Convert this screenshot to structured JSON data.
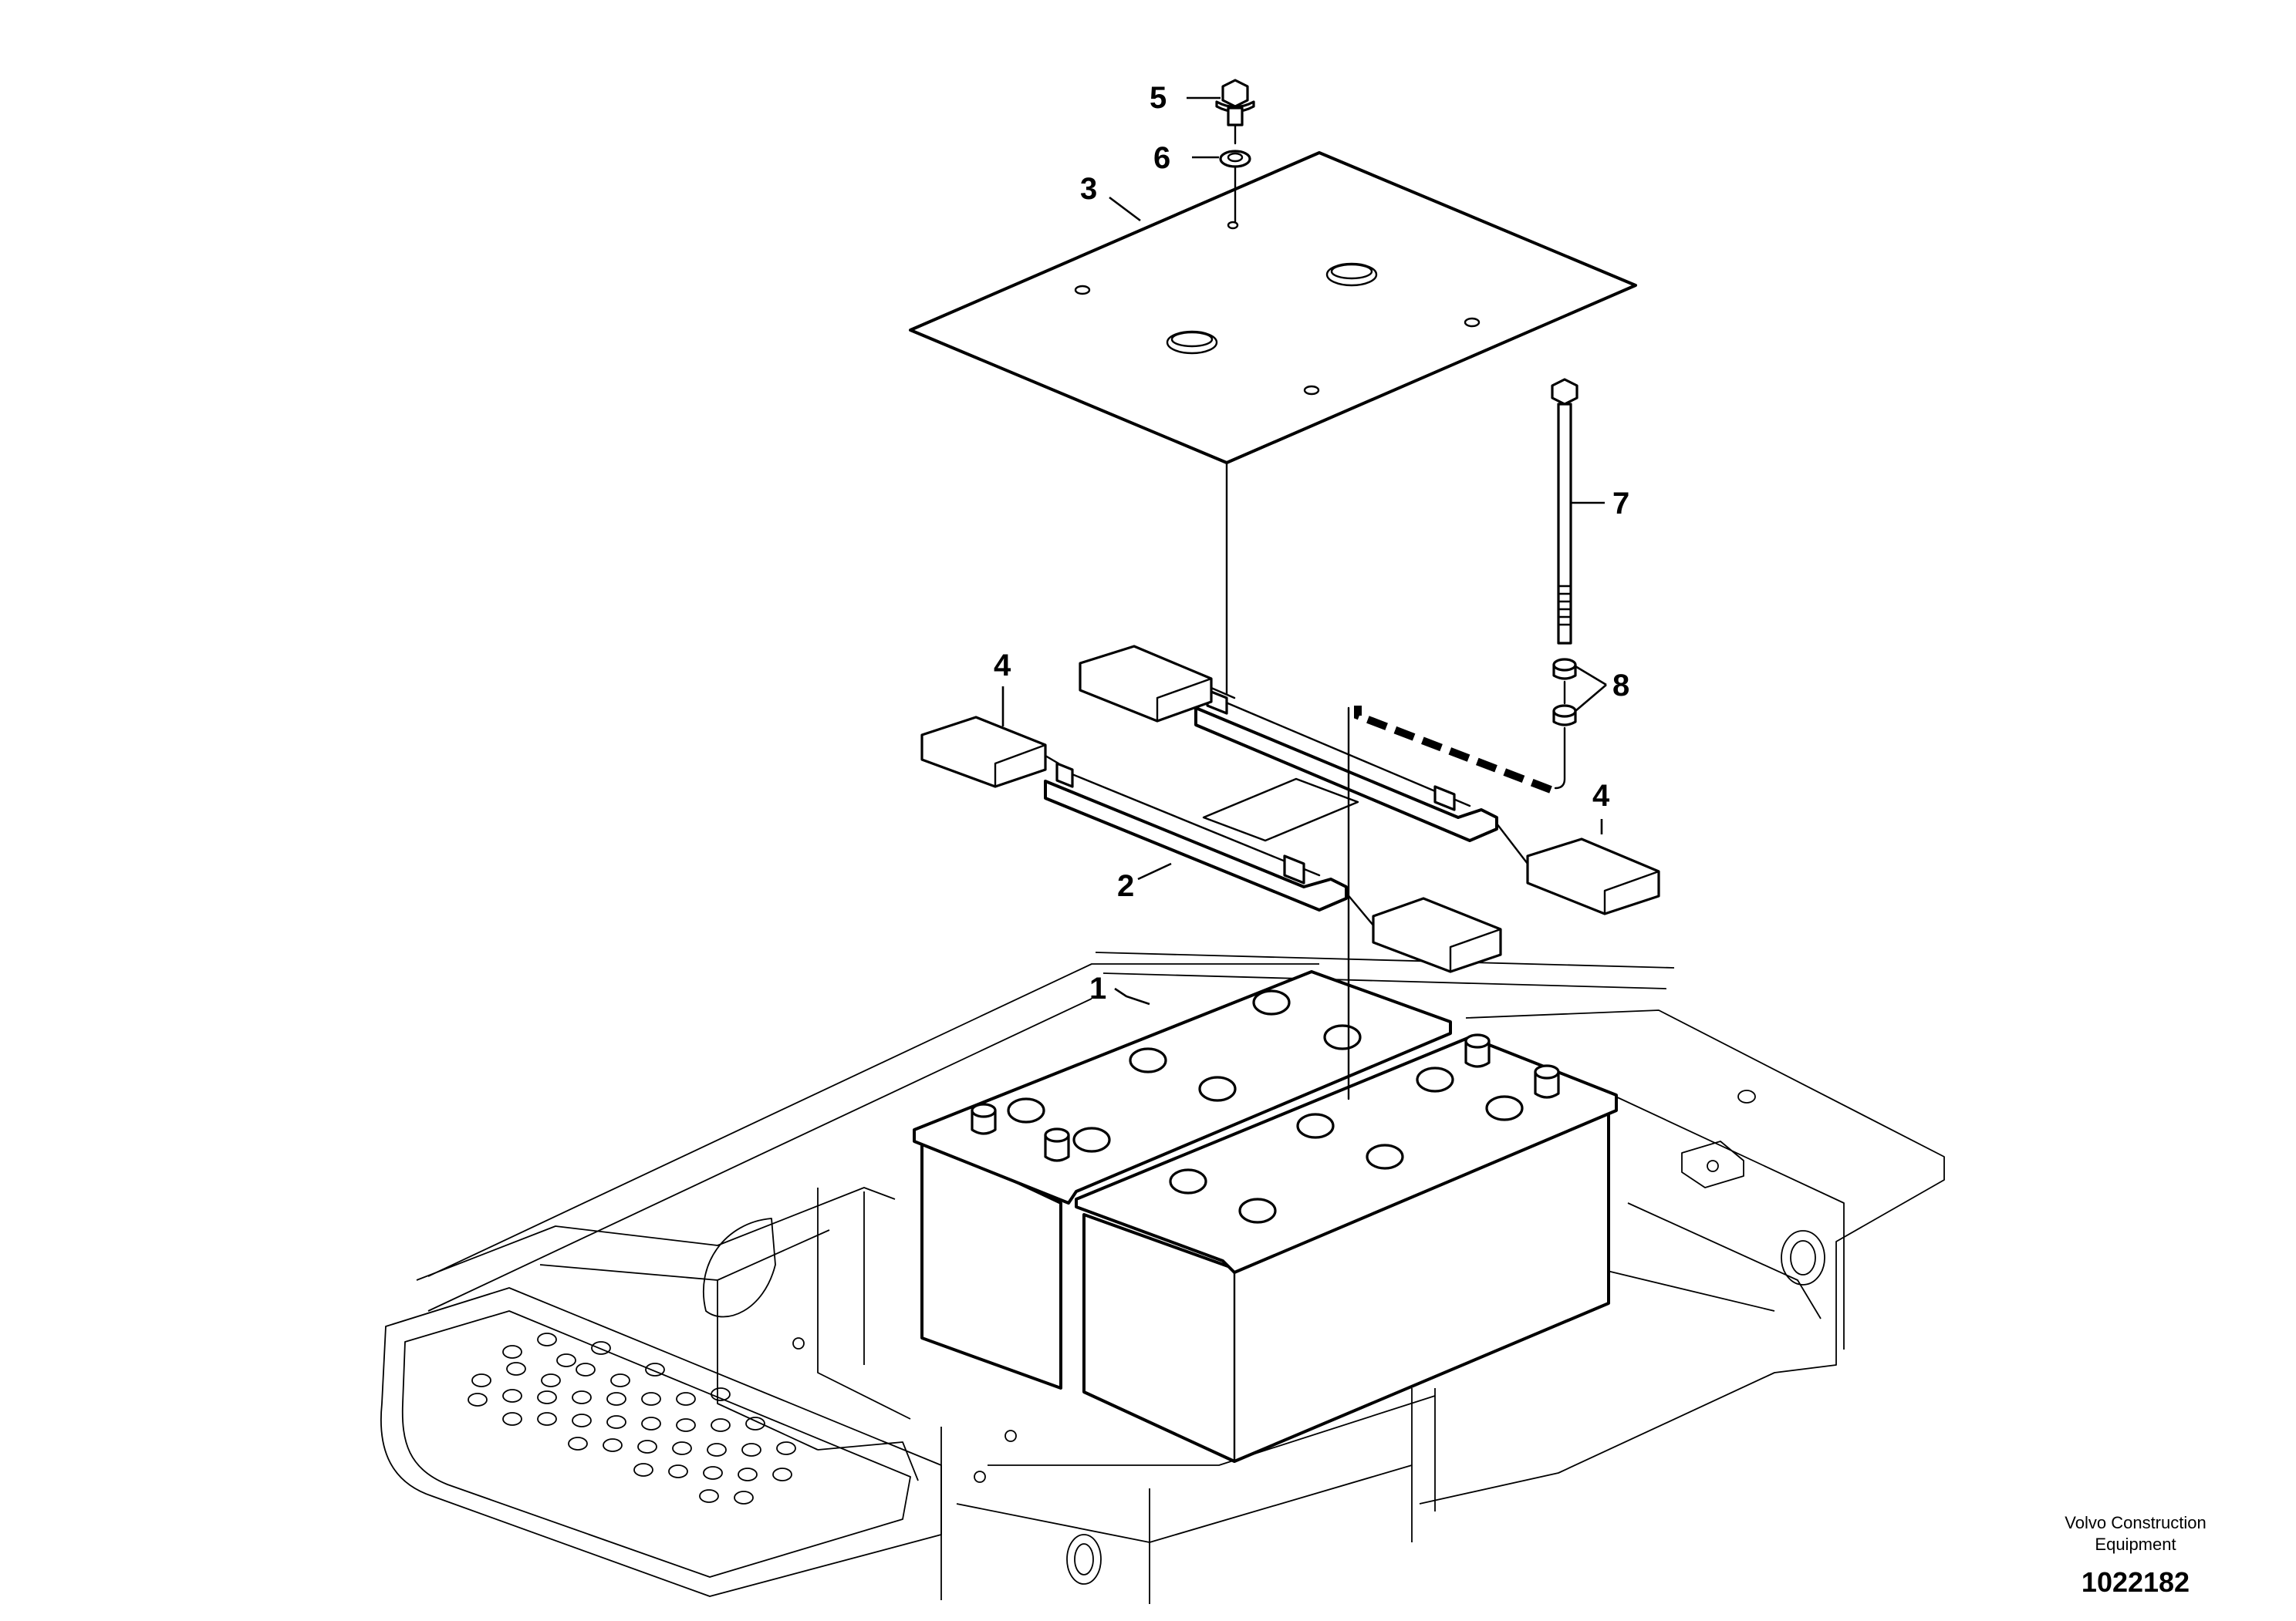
{
  "callouts": {
    "battery": "1",
    "battery_frame": "2",
    "cover_plate": "3",
    "holder_left": "4",
    "holder_right": "4",
    "bolt": "5",
    "washer": "6",
    "tie_rod": "7",
    "nuts": "8"
  },
  "footer": {
    "brand_line1": "Volvo Construction",
    "brand_line2": "Equipment",
    "document_number": "1022182"
  }
}
